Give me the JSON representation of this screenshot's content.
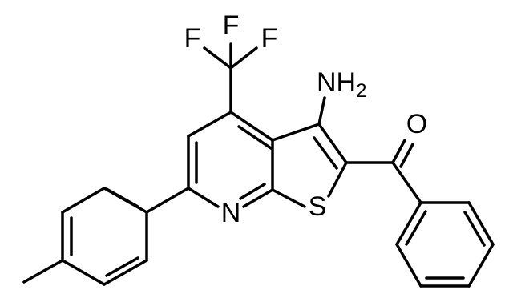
{
  "molecule": {
    "labels": {
      "f1": "F",
      "f2": "F",
      "f3": "F",
      "amine_main": "NH",
      "amine_sub": "2",
      "oxygen": "O",
      "nitrogen": "N",
      "sulfur": "S"
    }
  }
}
